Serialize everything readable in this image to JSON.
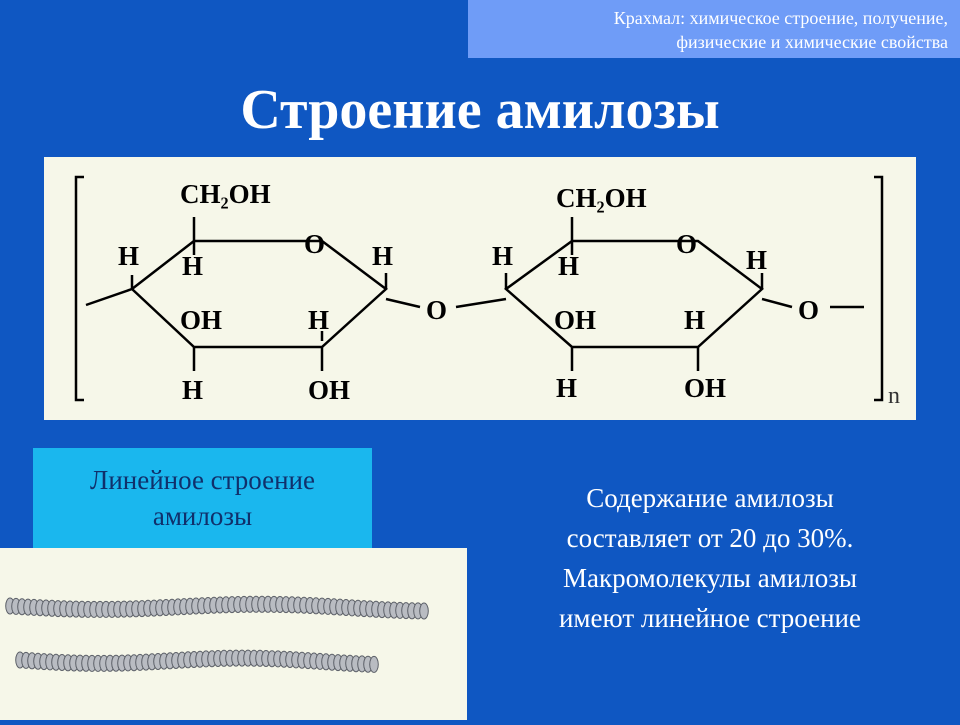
{
  "header": {
    "line1": "Крахмал: химическое строение, получение,",
    "line2": "физические и химические свойства"
  },
  "title": "Строение амилозы",
  "structure": {
    "group_ch2oh": "CH₂OH",
    "ring_o": "O",
    "h": "H",
    "oh": "OH",
    "bridge_o": "O",
    "end_o": "O",
    "repeat_index": "n"
  },
  "caption": {
    "line1": "Линейное строение",
    "line2": "амилозы"
  },
  "description": {
    "line1": "Содержание амилозы",
    "line2": "составляет от 20 до 30%.",
    "line3": "Макромолекулы амилозы",
    "line4": "имеют линейное строение"
  },
  "colors": {
    "background": "#0f57c2",
    "header_box": "#6f9cf7",
    "caption_box": "#1ab7ee",
    "panel": "#f6f7e9"
  }
}
